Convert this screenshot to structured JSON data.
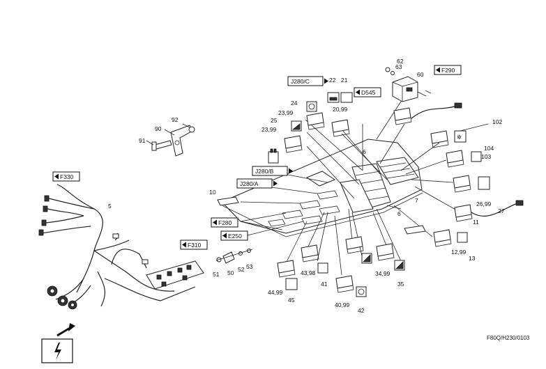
{
  "references": [
    {
      "id": "J280/C",
      "dir": "right"
    },
    {
      "id": "D545",
      "dir": "left"
    },
    {
      "id": "F290",
      "dir": "left"
    },
    {
      "id": "J280/B",
      "dir": "right"
    },
    {
      "id": "J280/A",
      "dir": "right"
    },
    {
      "id": "F330",
      "dir": "left"
    },
    {
      "id": "F280",
      "dir": "left"
    },
    {
      "id": "E250",
      "dir": "left"
    },
    {
      "id": "F310",
      "dir": "left"
    }
  ],
  "labels": [
    "62",
    "63",
    "60",
    "22",
    "21",
    "24",
    "20,99",
    "23,99",
    "25",
    "23,99",
    "102",
    "92",
    "90",
    "91",
    "6",
    "104",
    "103",
    "10",
    "26,99",
    "27",
    "5",
    "7",
    "6",
    "11",
    "51",
    "50",
    "52",
    "53",
    "12,99",
    "13",
    "43,98",
    "41",
    "34,99",
    "35",
    "44,99",
    "45",
    "40,99",
    "42"
  ],
  "drawing_code": "F80Q/H230/0103",
  "symbol": "lightning-bolt"
}
